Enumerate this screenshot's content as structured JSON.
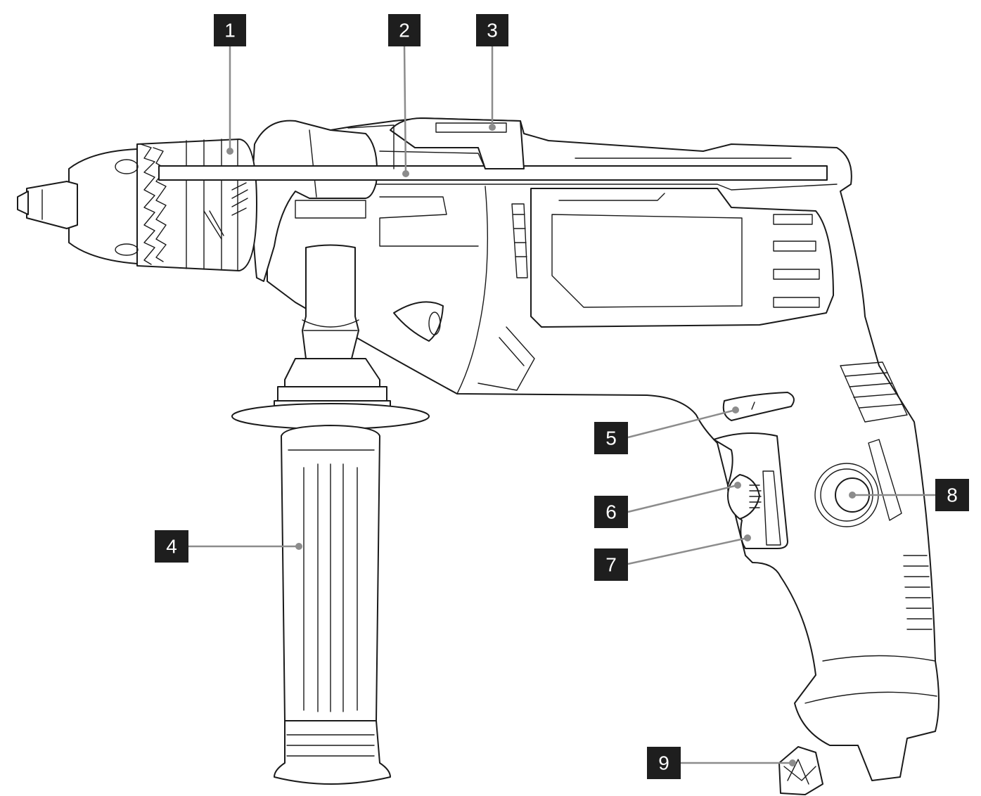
{
  "callouts": [
    {
      "id": 1,
      "label": "1"
    },
    {
      "id": 2,
      "label": "2"
    },
    {
      "id": 3,
      "label": "3"
    },
    {
      "id": 4,
      "label": "4"
    },
    {
      "id": 5,
      "label": "5"
    },
    {
      "id": 6,
      "label": "6"
    },
    {
      "id": 7,
      "label": "7"
    },
    {
      "id": 8,
      "label": "8"
    },
    {
      "id": 9,
      "label": "9"
    }
  ],
  "colors": {
    "badge": "#1e1e1e",
    "badge_text": "#ffffff",
    "leader": "#8c8c8c",
    "outline": "#1a1a1a"
  }
}
